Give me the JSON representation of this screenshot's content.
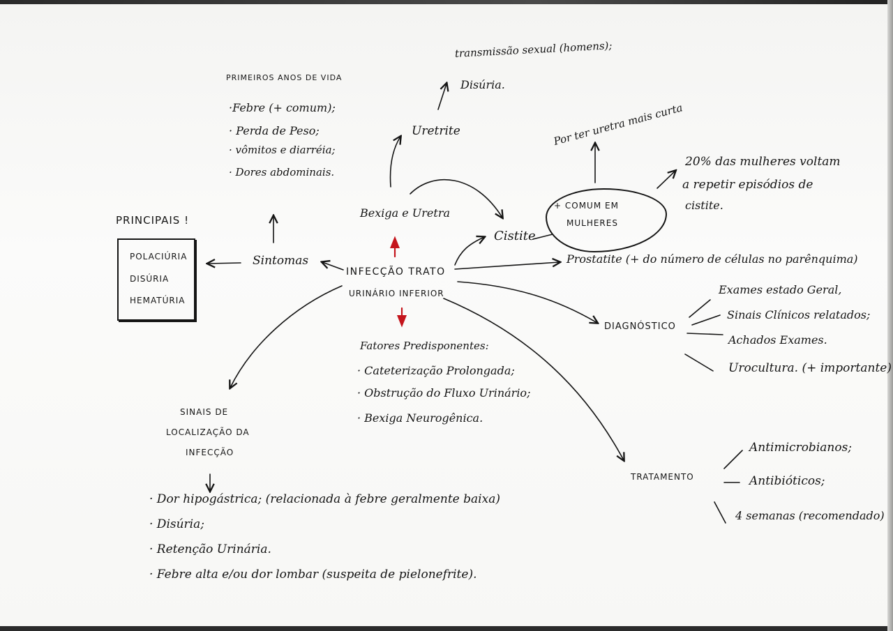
{
  "center": {
    "line1": "INFECÇÃO TRATO",
    "line2": "URINÁRIO INFERIOR"
  },
  "sintomas": {
    "label": "Sintomas",
    "primeiros_anos": {
      "heading": "PRIMEIROS ANOS DE VIDA",
      "items": [
        "·Febre (+ comum);",
        "· Perda de Peso;",
        "· vômitos e diarréia;",
        "· Dores abdominais."
      ]
    },
    "principais": {
      "heading": "PRINCIPAIS !",
      "items": [
        "POLACIÚRIA",
        "DISÚRIA",
        "HEMATÚRIA"
      ]
    }
  },
  "bexiga": {
    "label": "Bexiga e Uretra"
  },
  "uretrite": {
    "label": "Uretrite",
    "notes": [
      "transmissão sexual (homens);",
      "Disúria."
    ]
  },
  "cistite": {
    "label": "Cistite",
    "ellipse": [
      "+ COMUM EM",
      "MULHERES"
    ],
    "reason": "Por ter uretra mais curta",
    "recurrence": [
      "20% das mulheres voltam",
      "a repetir episódios de",
      "cistite."
    ]
  },
  "prostatite": {
    "label": "Prostatite (+ do número de células no parênquima)"
  },
  "diagnostico": {
    "label": "DIAGNÓSTICO",
    "items": [
      "Exames estado Geral,",
      "Sinais Clínicos relatados;",
      "Achados Exames.",
      "Urocultura. (+ importante)"
    ]
  },
  "tratamento": {
    "label": "TRATAMENTO",
    "items": [
      "Antimicrobianos;",
      "Antibióticos;",
      "4 semanas (recomendado)"
    ]
  },
  "fatores": {
    "heading": "Fatores Predisponentes:",
    "items": [
      "· Cateterização Prolongada;",
      "· Obstrução do Fluxo Urinário;",
      "· Bexiga Neurogênica."
    ]
  },
  "sinais": {
    "heading": [
      "SINAIS DE",
      "LOCALIZAÇÃO DA",
      "INFECÇÃO"
    ],
    "items": [
      "· Dor hipogástrica; (relacionada à febre geralmente baixa)",
      "· Disúria;",
      "· Retenção Urinária.",
      "· Febre alta e/ou dor lombar (suspeita de pielonefrite)."
    ]
  },
  "colors": {
    "ink": "#141414",
    "red": "#c4141c",
    "paper": "#f6f6f4"
  }
}
